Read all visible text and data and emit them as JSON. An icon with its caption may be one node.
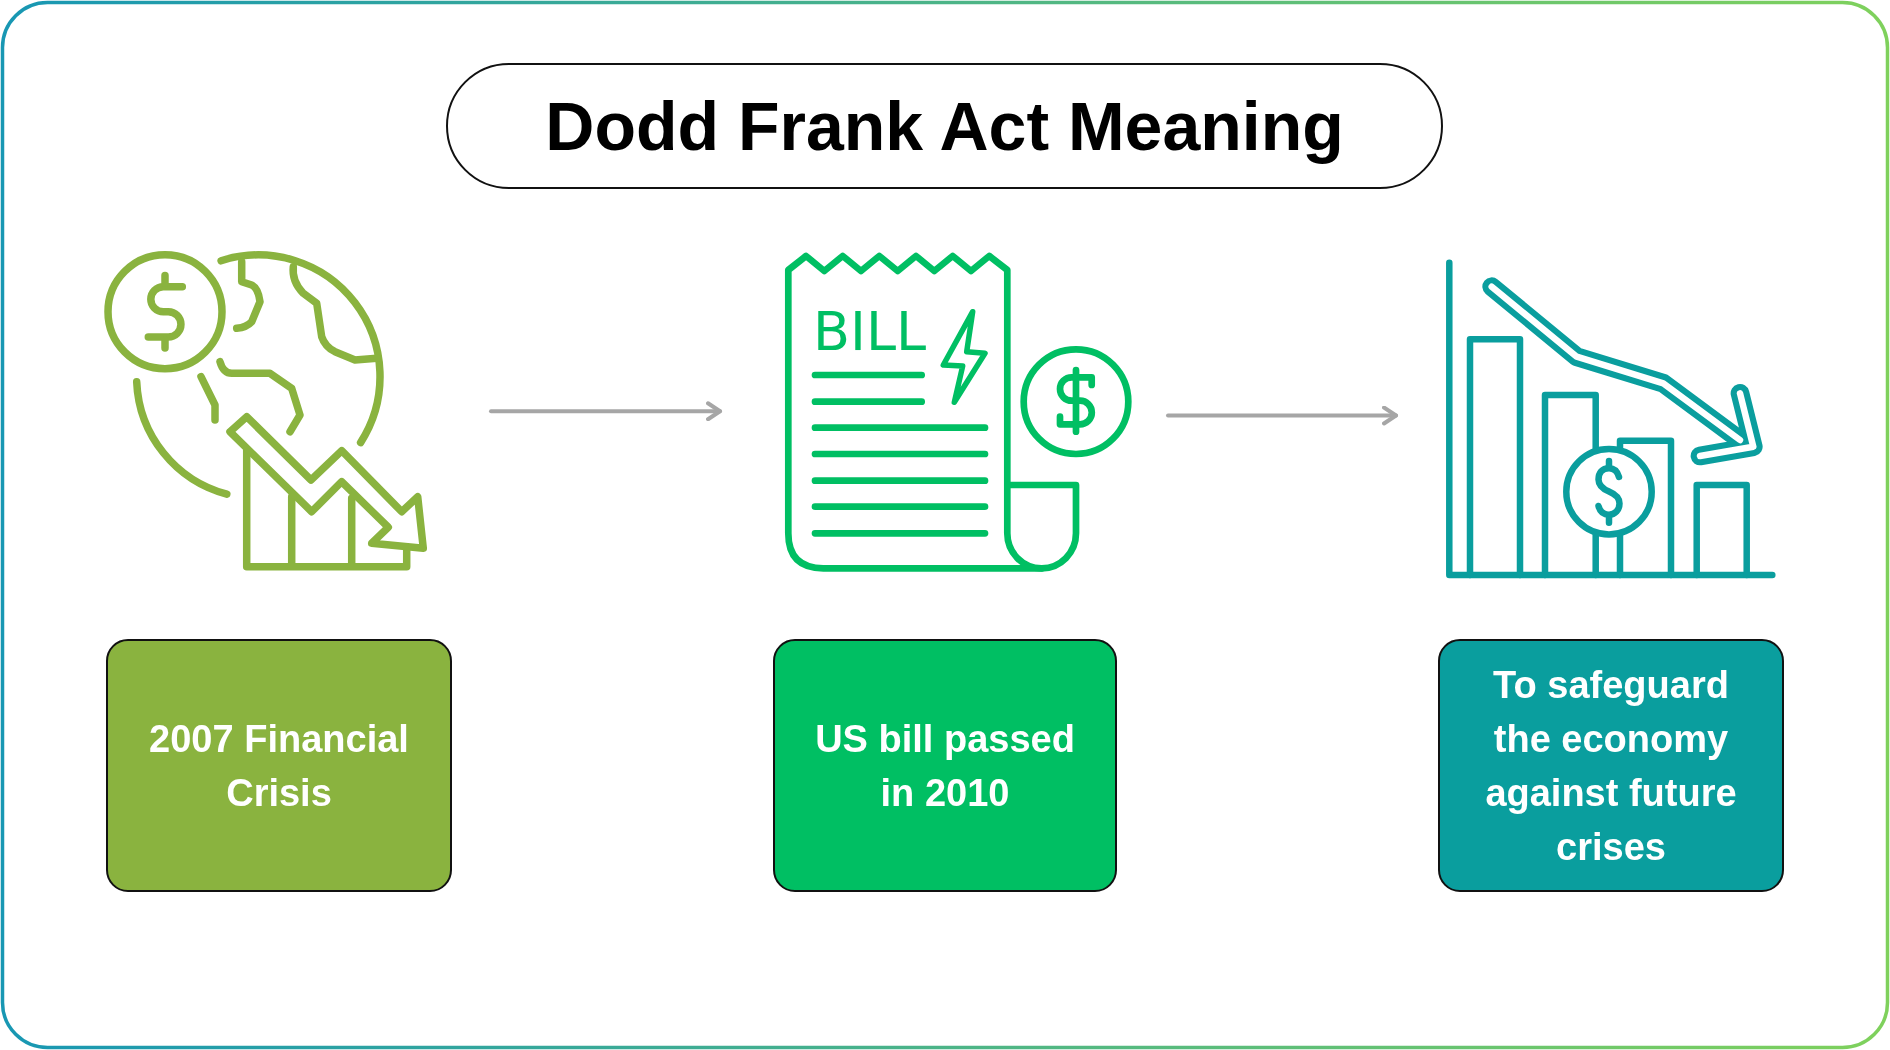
{
  "diagram": {
    "title": "Dodd Frank Act Meaning",
    "nodes": [
      {
        "text": [],
        "shape": "picture"
      },
      {
        "text": [],
        "shape": "picture"
      },
      {
        "text": [],
        "shape": "picture"
      },
      {
        "text": [
          "2007 Financial Crisis"
        ]
      },
      {
        "text": [
          "US bill passed in 2010"
        ]
      },
      {
        "text": [
          "To safeguard the economy against future crises"
        ]
      }
    ],
    "edges": [
      {
        "from": 0,
        "to": 1,
        "arrow": "to"
      },
      {
        "from": 1,
        "to": 2,
        "arrow": "to"
      }
    ],
    "labels": [
      "BILL"
    ]
  }
}
